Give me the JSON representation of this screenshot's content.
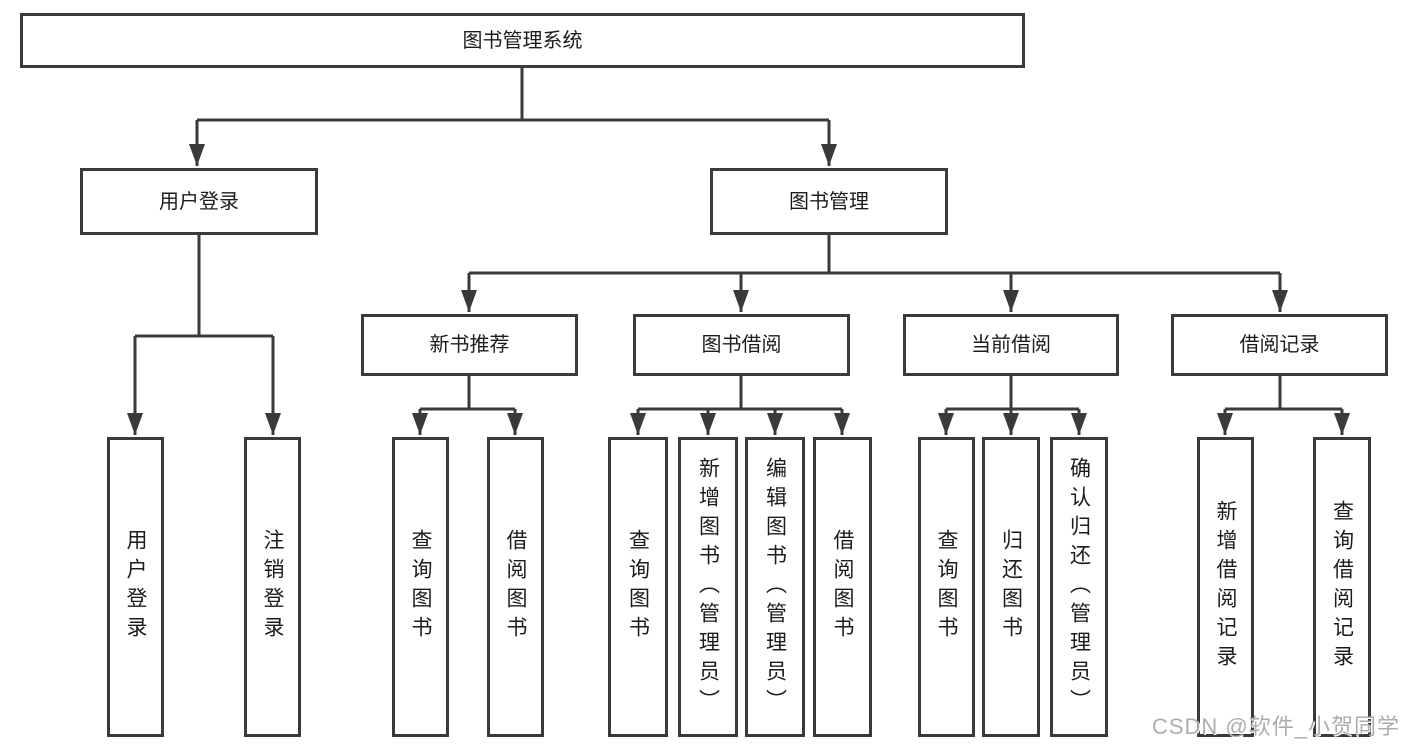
{
  "colors": {
    "line": "#3a3a3a",
    "box_border": "#3a3a3a",
    "text": "#1c1c1c",
    "background": "#ffffff",
    "watermark": "#adadad"
  },
  "watermark": {
    "text": "CSDN @软件_小贺同学"
  },
  "tree": {
    "label": "图书管理系统",
    "children": [
      {
        "label": "用户登录",
        "children": [
          {
            "label": "用户登录"
          },
          {
            "label": "注销登录"
          }
        ]
      },
      {
        "label": "图书管理",
        "children": [
          {
            "label": "新书推荐",
            "children": [
              {
                "label": "查询图书"
              },
              {
                "label": "借阅图书"
              }
            ]
          },
          {
            "label": "图书借阅",
            "children": [
              {
                "label": "查询图书"
              },
              {
                "label": "新增图书（管理员）"
              },
              {
                "label": "编辑图书（管理员）"
              },
              {
                "label": "借阅图书"
              }
            ]
          },
          {
            "label": "当前借阅",
            "children": [
              {
                "label": "查询图书"
              },
              {
                "label": "归还图书"
              },
              {
                "label": "确认归还（管理员）"
              }
            ]
          },
          {
            "label": "借阅记录",
            "children": [
              {
                "label": "新增借阅记录"
              },
              {
                "label": "查询借阅记录"
              }
            ]
          }
        ]
      }
    ]
  }
}
